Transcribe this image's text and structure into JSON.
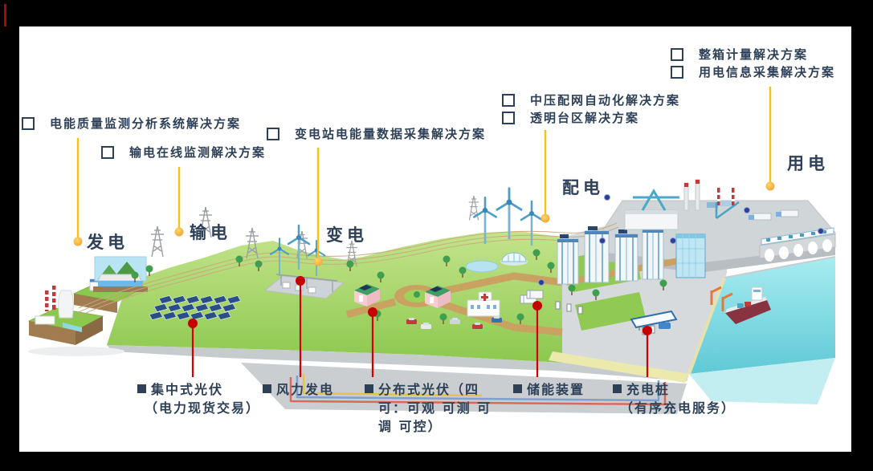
{
  "page": {
    "background": "#000000",
    "panel_background": "#ffffff",
    "accent_bar_color": "#c00000"
  },
  "palette": {
    "label_text": "#2e4057",
    "yellow_connector": "#ffc107",
    "yellow_dot": "#f2a53a",
    "red_connector": "#d40000",
    "grass": "#98cd52",
    "water": "#7fd8df"
  },
  "top_solutions": [
    {
      "label": "电能质量监测分析系统解决方案"
    },
    {
      "label": "输电在线监测解决方案"
    },
    {
      "label": "变电站电能量数据采集解决方案"
    },
    {
      "label": "中压配网自动化解决方案"
    },
    {
      "label": "透明台区解决方案"
    },
    {
      "label": "整箱计量解决方案"
    },
    {
      "label": "用电信息采集解决方案"
    }
  ],
  "stages": [
    {
      "label": "发电"
    },
    {
      "label": "输电"
    },
    {
      "label": "变电"
    },
    {
      "label": "配电"
    },
    {
      "label": "用电"
    }
  ],
  "bottom_callouts": [
    {
      "lines": [
        "集中式光伏",
        "（电力现货交易）"
      ]
    },
    {
      "lines": [
        "风力发电"
      ]
    },
    {
      "lines": [
        "分布式光伏（四",
        "可：可观 可测 可",
        "调 可控）"
      ]
    },
    {
      "lines": [
        "储能装置"
      ]
    },
    {
      "lines": [
        "充电桩",
        "（有序充电服务）"
      ]
    }
  ],
  "scene_icons": [
    "thermal-power-plant",
    "hydropower-dam",
    "transmission-tower",
    "solar-farm",
    "substation",
    "wind-turbine",
    "solar-roof-house",
    "roundabout-road",
    "hospital",
    "park-pond",
    "storage-containers",
    "apartment-buildings",
    "glass-tower",
    "factory",
    "industrial-platform",
    "railway-viaduct",
    "harbor-water",
    "cargo-ship",
    "port-crane",
    "ev-charging-station",
    "underground-pipes",
    "parked-cars",
    "trees",
    "monitoring-point"
  ]
}
